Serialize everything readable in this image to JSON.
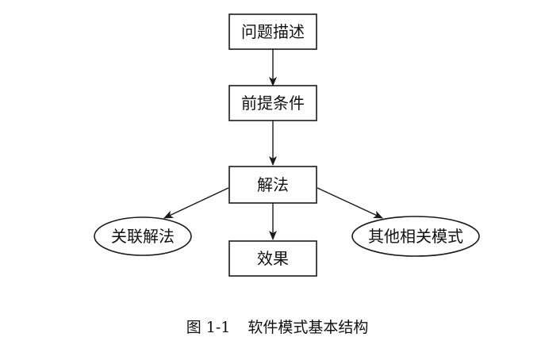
{
  "nodes": {
    "problem": "问题描述",
    "precondition": "前提条件",
    "solution": "解法",
    "related": "关联解法",
    "effect": "效果",
    "other": "其他相关模式"
  },
  "caption": {
    "number": "图 1-1",
    "title": "软件模式基本结构"
  }
}
